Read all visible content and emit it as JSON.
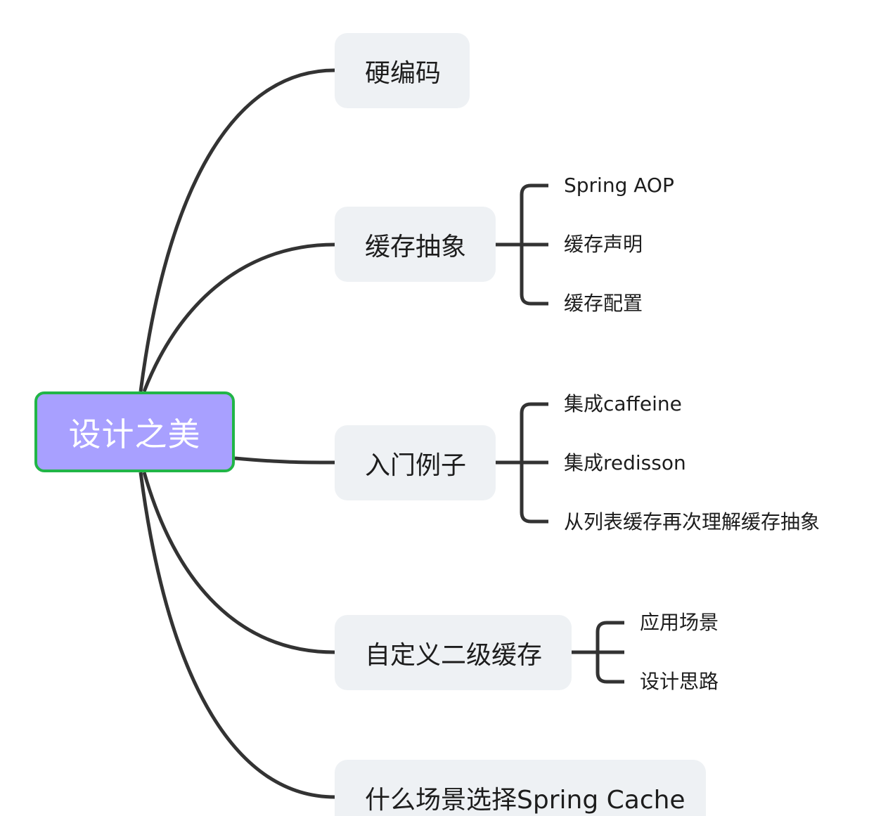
{
  "root": {
    "label": "设计之美",
    "fill_color": "#a8a0ff",
    "border_color": "#21b547"
  },
  "branches": [
    {
      "label": "硬编码",
      "children": []
    },
    {
      "label": "缓存抽象",
      "children": [
        "Spring AOP",
        "缓存声明",
        "缓存配置"
      ]
    },
    {
      "label": "入门例子",
      "children": [
        "集成caffeine",
        "集成redisson",
        "从列表缓存再次理解缓存抽象"
      ]
    },
    {
      "label": "自定义二级缓存",
      "children": [
        "应用场景",
        "设计思路"
      ]
    },
    {
      "label": "什么场景选择Spring Cache",
      "children": []
    }
  ],
  "colors": {
    "connector": "#333333",
    "topic_fill": "#eef1f4",
    "text": "#1d1d1d"
  }
}
